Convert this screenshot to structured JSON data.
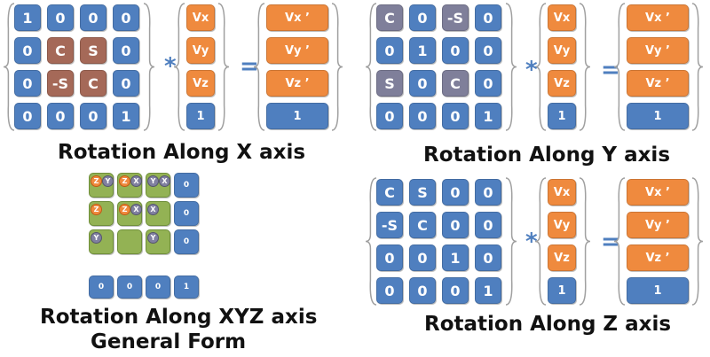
{
  "colors": {
    "blue": "#4f7fbf",
    "brown": "#a56958",
    "gray": "#7f7f9a",
    "orange": "#ef8a3e",
    "green": "#93b254"
  },
  "operators": {
    "multiply": "*",
    "equals": "="
  },
  "vector_in": [
    "Vx",
    "Vy",
    "Vz",
    "1"
  ],
  "vector_out": [
    "Vx ’",
    "Vy ’",
    "Vz ’",
    "1"
  ],
  "rot_x": {
    "matrix": [
      [
        "1",
        "0",
        "0",
        "0"
      ],
      [
        "0",
        "C",
        "S",
        "0"
      ],
      [
        "0",
        "-S",
        "C",
        "0"
      ],
      [
        "0",
        "0",
        "0",
        "1"
      ]
    ],
    "title": "Rotation Along X  axis"
  },
  "rot_y": {
    "matrix": [
      [
        "C",
        "0",
        "-S",
        "0"
      ],
      [
        "0",
        "1",
        "0",
        "0"
      ],
      [
        "S",
        "0",
        "C",
        "0"
      ],
      [
        "0",
        "0",
        "0",
        "1"
      ]
    ],
    "title": "Rotation Along Y  axis"
  },
  "rot_z": {
    "matrix": [
      [
        "C",
        "S",
        "0",
        "0"
      ],
      [
        "-S",
        "C",
        "0",
        "0"
      ],
      [
        "0",
        "0",
        "1",
        "0"
      ],
      [
        "0",
        "0",
        "0",
        "1"
      ]
    ],
    "title": "Rotation Along Z  axis"
  },
  "rot_xyz": {
    "grid": [
      [
        [
          "Z",
          "Y"
        ],
        [
          "Z",
          "X"
        ],
        [
          "Y",
          "X"
        ]
      ],
      [
        [
          "Z"
        ],
        [
          "Z",
          "X"
        ],
        [
          "X"
        ]
      ],
      [
        [
          "Y"
        ],
        [],
        [
          "Y"
        ]
      ]
    ],
    "side_column": [
      "0",
      "0",
      "0"
    ],
    "bottom_row": [
      "0",
      "0",
      "0",
      "1"
    ],
    "title_line1": "Rotation Along XYZ  axis",
    "title_line2": "General Form"
  }
}
